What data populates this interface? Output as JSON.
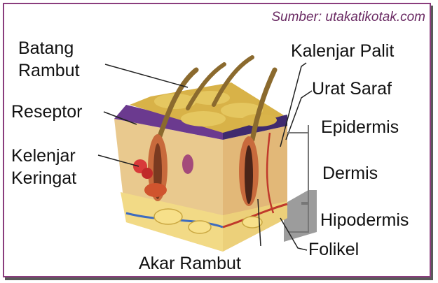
{
  "source_credit": "Sumber: utakatikotak.com",
  "labels": {
    "batang_rambut_1": "Batang",
    "batang_rambut_2": "Rambut",
    "reseptor": "Reseptor",
    "kelenjar_keringat_1": "Kelenjar",
    "kelenjar_keringat_2": "Keringat",
    "kelenjar_palit": "Kalenjar Palit",
    "urat_saraf": "Urat Saraf",
    "epidermis": "Epidermis",
    "dermis": "Dermis",
    "hipodermis": "Hipodermis",
    "folikel": "Folikel",
    "akar_rambut": "Akar Rambut"
  },
  "colors": {
    "frame": "#8a3d7d",
    "epidermis_top": "#d8b248",
    "dermis": "#e9c98e",
    "hypodermis": "#f0d88a",
    "purple_layer": "#6b3a8f",
    "hair": "#8b6a2e"
  }
}
